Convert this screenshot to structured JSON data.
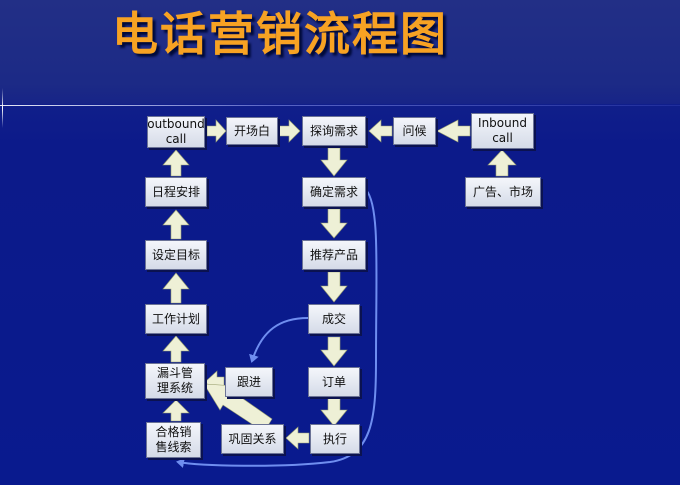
{
  "title": "电话营销流程图",
  "colors": {
    "title": "#f7a223",
    "background": "#0c1a8a",
    "node_fill": "#e6eaf2",
    "arrow_fill": "#eef0d6",
    "loop_line": "#6f8ef0"
  },
  "nodes": {
    "outbound": "outbound call",
    "kaichangbai": "开场白",
    "tanxun": "探询需求",
    "wenhou": "问候",
    "inbound": "Inbound call",
    "guanggao": "广告、市场",
    "richeng": "日程安排",
    "queding": "确定需求",
    "sheding": "设定目标",
    "tuijian": "推荐产品",
    "gongzuo": "工作计划",
    "chengjiao": "成交",
    "loudou": "漏斗管理系统",
    "genjin": "跟进",
    "dingdan": "订单",
    "hege": "合格销售线索",
    "gonggu": "巩固关系",
    "zhixing": "执行"
  }
}
